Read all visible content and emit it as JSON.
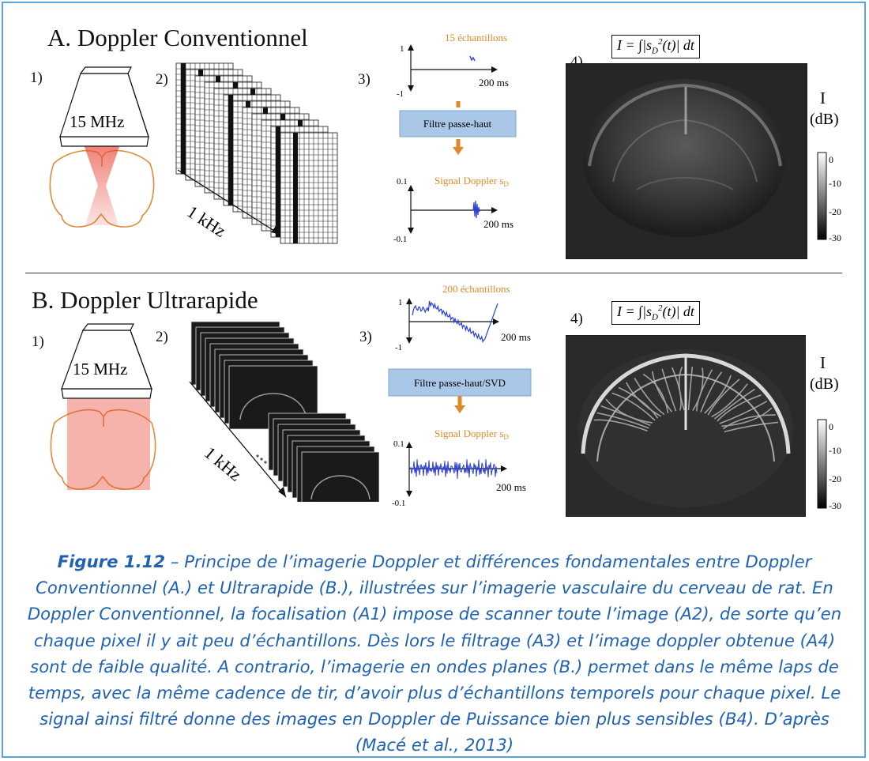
{
  "panelA": {
    "title": "A. Doppler Conventionnel",
    "step1": "1)",
    "step2": "2)",
    "step3": "3)",
    "step4": "4)",
    "probe_label": "15 MHz",
    "rate_label": "1 kHz",
    "samples_label": "15 échantillons",
    "plot1_ytop": "1",
    "plot1_ybottom": "-1",
    "plot1_xlabel": "200 ms",
    "filter_label": "Filtre passe-haut",
    "signal_label": "Signal Doppler s",
    "signal_sub": "D",
    "plot2_ytop": "0.1",
    "plot2_ybottom": "-0.1",
    "plot2_xlabel": "200 ms",
    "unit_I": "I",
    "unit_dB": "(dB)",
    "colorbar_ticks": [
      "0",
      "-10",
      "-20",
      "-30"
    ]
  },
  "panelB": {
    "title": "B. Doppler Ultrarapide",
    "step1": "1)",
    "step2": "2)",
    "step3": "3)",
    "step4": "4)",
    "probe_label": "15 MHz",
    "rate_label": "1 kHz",
    "samples_label": "200 échantillons",
    "plot1_ytop": "1",
    "plot1_ybottom": "-1",
    "plot1_xlabel": "200 ms",
    "filter_label": "Filtre passe-haut/SVD",
    "signal_label": "Signal Doppler s",
    "signal_sub": "D",
    "plot2_ytop": "0.1",
    "plot2_ybottom": "-0.1",
    "plot2_xlabel": "200 ms",
    "unit_I": "I",
    "unit_dB": "(dB)",
    "colorbar_ticks": [
      "0",
      "-10",
      "-20",
      "-30"
    ]
  },
  "caption": {
    "figure_label": "Figure 1.12",
    "text": " – Principe de l’imagerie Doppler et différences fondamentales entre Doppler Conventionnel (A.) et Ultrarapide (B.), illustrées sur l’imagerie vasculaire du cerveau de rat. En Doppler Conventionnel, la focalisation (A1) impose de scanner toute l’image (A2), de sorte qu’en chaque pixel il y ait peu d’échantillons. Dès lors le filtrage (A3) et l’image doppler obtenue (A4) sont de faible qualité. A contrario, l’imagerie en ondes planes (B.) permet dans le même laps de temps, avec la même cadence de tir, d’avoir plus d’échantillons temporels pour chaque pixel. Le signal ainsi filtré donne des images en Doppler de Puissance bien plus sensibles (B4). D’après (Macé et al., 2013)"
  },
  "colors": {
    "frame": "#5ea3d6",
    "caption": "#1f62b3",
    "accent_orange": "#e0892a",
    "filter_box": "#a9c8e8",
    "signal_blue": "#2b3fd6",
    "beam_red": "#e84a3a"
  }
}
